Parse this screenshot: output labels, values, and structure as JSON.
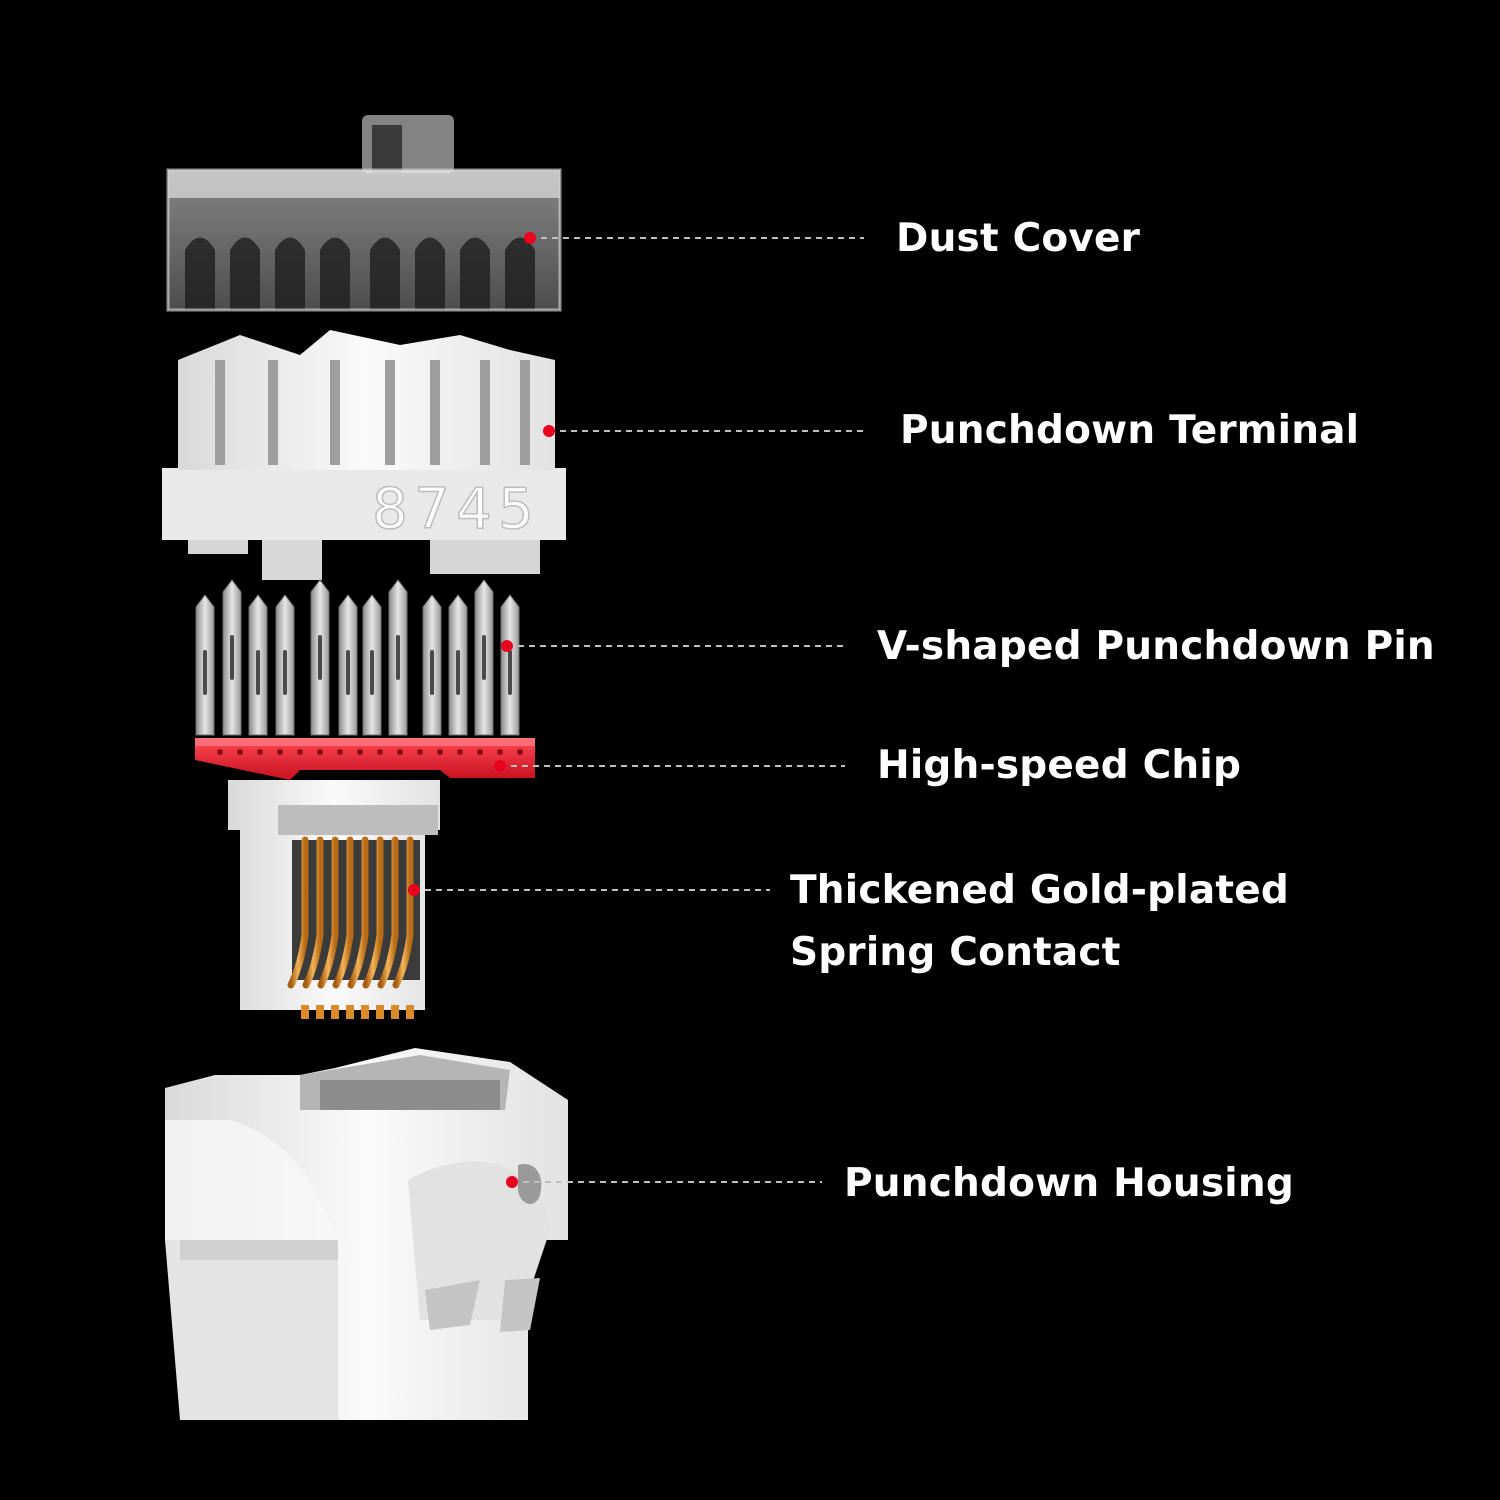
{
  "colors": {
    "background": "#000000",
    "label_text": "#ffffff",
    "leader_line": "#bfbfbf",
    "marker_dot": "#e8001c",
    "chip": "#e8293a",
    "plastic_white": "#f2f2f2",
    "pin_metal": "#c9c9c9",
    "gold_contact": "#d98a2b",
    "clear_cover": "#dcdcdc"
  },
  "terminal_numbers": [
    "8",
    "7",
    "4",
    "5"
  ],
  "callouts": [
    {
      "id": "dust-cover",
      "lines": [
        "Dust Cover"
      ]
    },
    {
      "id": "punchdown-terminal",
      "lines": [
        "Punchdown Terminal"
      ]
    },
    {
      "id": "v-shaped-pin",
      "lines": [
        "V-shaped Punchdown Pin"
      ]
    },
    {
      "id": "high-speed-chip",
      "lines": [
        "High-speed Chip"
      ]
    },
    {
      "id": "spring-contact",
      "lines": [
        "Thickened Gold-plated",
        "Spring Contact"
      ]
    },
    {
      "id": "punchdown-housing",
      "lines": [
        "Punchdown Housing"
      ]
    }
  ]
}
